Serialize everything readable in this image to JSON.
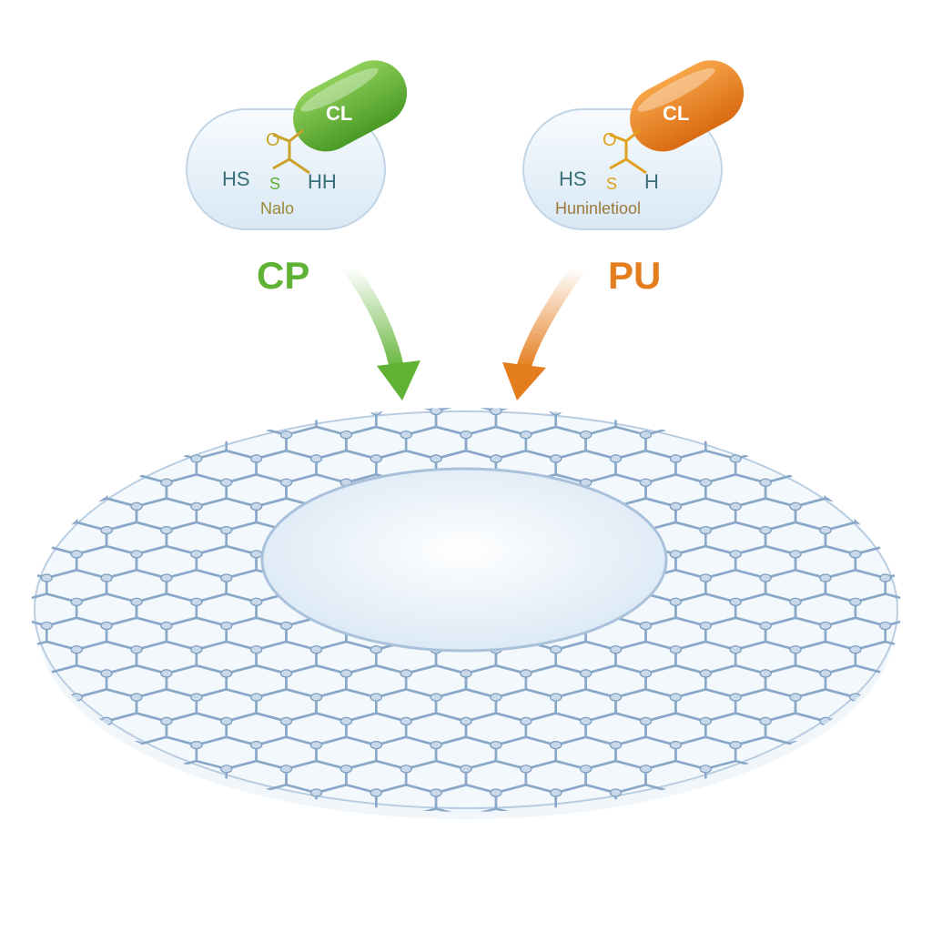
{
  "colors": {
    "cp": "#5fb233",
    "pu": "#e47d1e",
    "lattice_stroke": "#8aa8c8",
    "lattice_fill": "#eef4fa",
    "capsule_body": "#e6f0f8"
  },
  "capsule_cp": {
    "label": "CP",
    "cap_text": "CL",
    "ring_atom": "O",
    "left_group": "HS",
    "mid_group": "S",
    "right_group": "HH",
    "name_text": "Nalo",
    "arrow_icon": "arrow-down-green"
  },
  "capsule_pu": {
    "label": "PU",
    "cap_text": "CL",
    "ring_atom": "O",
    "left_group": "HS",
    "mid_group": "S",
    "right_group": "H",
    "name_text": "Huninletiool",
    "arrow_icon": "arrow-down-orange"
  }
}
